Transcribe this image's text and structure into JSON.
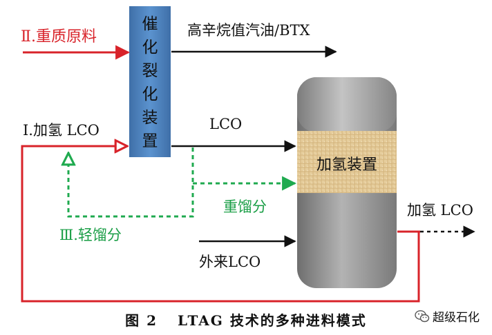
{
  "diagram": {
    "units": {
      "cracking": "催化裂化装置",
      "hydro": "加氢装置"
    },
    "labels": {
      "heavy_feed": "Ⅱ.重质原料",
      "hydro_lco_in": "Ⅰ.加氢 LCO",
      "light_fraction": "Ⅲ.轻馏分",
      "heavy_fraction": "重馏分",
      "product_top": "高辛烷值汽油/BTX",
      "lco": "LCO",
      "external_lco": "外来LCO",
      "hydro_lco_out": "加氢 LCO"
    },
    "colors": {
      "feed_red": "#d8232a",
      "dashed_green": "#1faa4f",
      "text_green": "#1a9e46",
      "unit_blue": "#4f87c4",
      "reactor_gray": "#8c8c8c",
      "bed_tan": "#e8cfa0",
      "arrow_black": "#111111"
    }
  },
  "caption": {
    "figure": "图 2",
    "title": "LTAG 技术的多种进料模式"
  },
  "brand": {
    "name": "超级石化",
    "icon": "wechat-icon"
  }
}
